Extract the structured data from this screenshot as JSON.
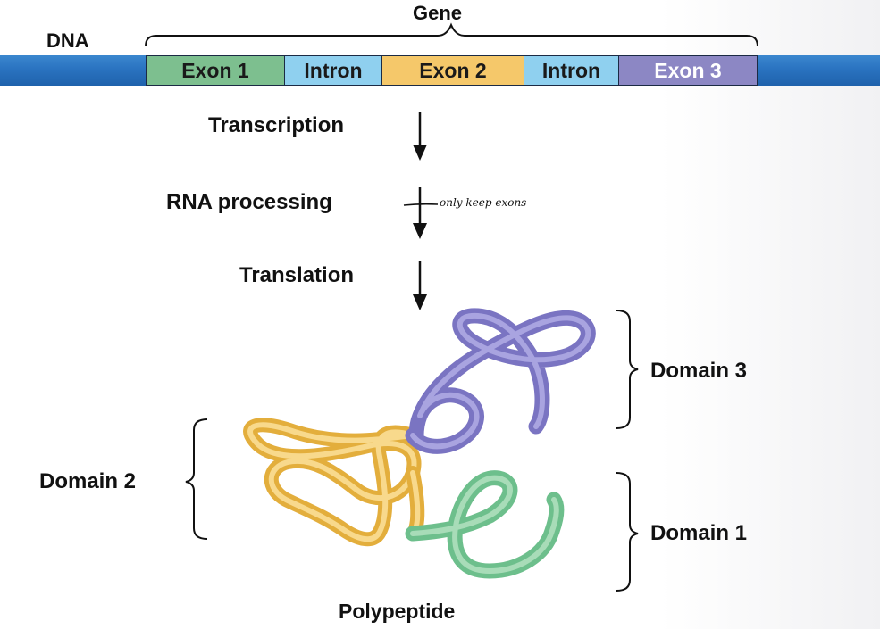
{
  "diagram": {
    "dna_label": "DNA",
    "gene_label": "Gene",
    "segments": [
      {
        "label": "Exon 1",
        "type": "exon",
        "color": "#7dbf8f",
        "text_color": "#1a1a1a"
      },
      {
        "label": "Intron",
        "type": "intron",
        "color": "#8fd0ef",
        "text_color": "#1a1a1a"
      },
      {
        "label": "Exon 2",
        "type": "exon",
        "color": "#f5c86a",
        "text_color": "#1a1a1a"
      },
      {
        "label": "Intron",
        "type": "intron",
        "color": "#8fd0ef",
        "text_color": "#1a1a1a"
      },
      {
        "label": "Exon 3",
        "type": "exon",
        "color": "#8c87c4",
        "text_color": "#ffffff"
      }
    ],
    "steps": [
      "Transcription",
      "RNA processing",
      "Translation"
    ],
    "handwritten_note": "only keep exons",
    "domains": [
      "Domain 3",
      "Domain 2",
      "Domain 1"
    ],
    "product_label": "Polypeptide"
  }
}
